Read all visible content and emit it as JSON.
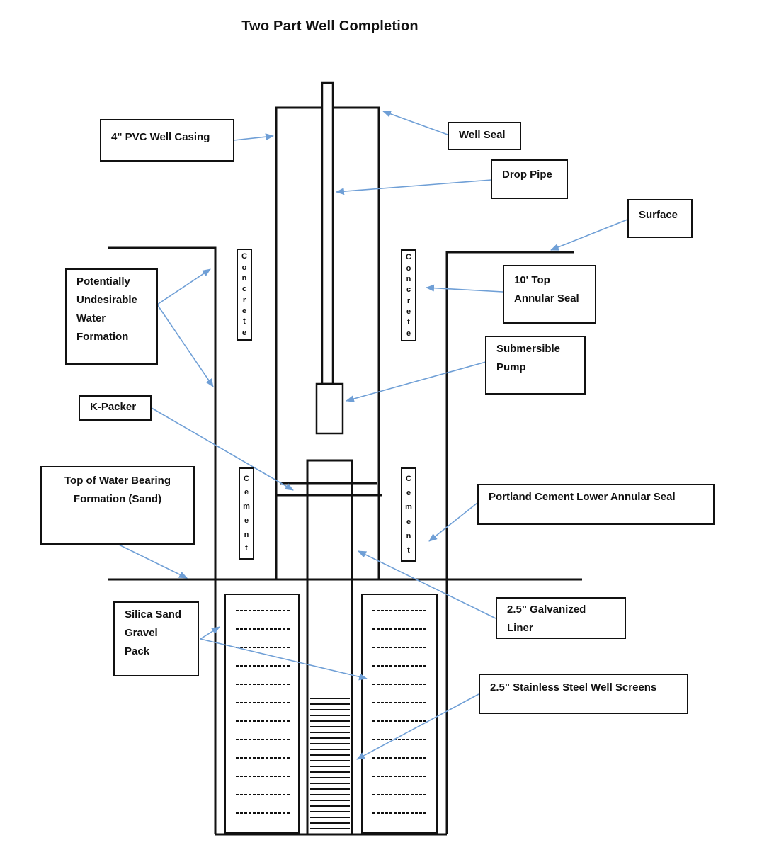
{
  "title": "Two Part Well Completion",
  "labels": {
    "pvc_casing": "4\" PVC Well Casing",
    "well_seal": "Well Seal",
    "drop_pipe": "Drop Pipe",
    "surface": "Surface",
    "undesirable_formation": "Potentially\nUndesirable\nWater\nFormation",
    "top_annular_seal": "10' Top\nAnnular Seal",
    "submersible_pump": "Submersible\nPump",
    "k_packer": "K-Packer",
    "water_bearing": "Top of Water Bearing\nFormation (Sand)",
    "lower_annular_seal": "Portland Cement Lower Annular Seal",
    "galvanized_liner": "2.5\" Galvanized\nLiner",
    "gravel_pack": "Silica Sand\nGravel\nPack",
    "well_screens": "2.5\" Stainless Steel Well Screens"
  },
  "materials": {
    "concrete": "Concrete",
    "cement": "Cement"
  },
  "colors": {
    "line": "#111111",
    "arrow": "#6f9fd6"
  }
}
